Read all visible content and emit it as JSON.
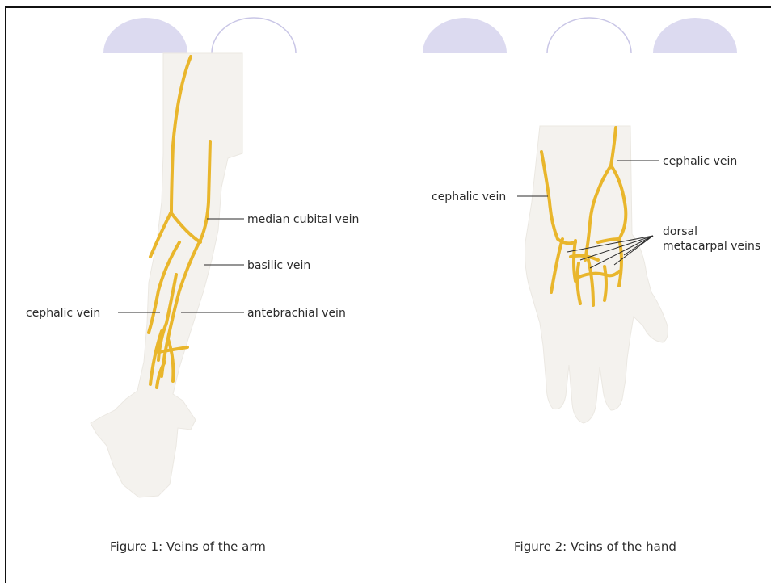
{
  "figure_arm": {
    "caption": "Figure 1: Veins of the arm",
    "labels": {
      "median_cubital": "median cubital vein",
      "basilic": "basilic vein",
      "cephalic": "cephalic vein",
      "antebrachial": "antebrachial vein"
    }
  },
  "figure_hand": {
    "caption": "Figure 2: Veins of the hand",
    "labels": {
      "cephalic_right": "cephalic vein",
      "cephalic_left": "cephalic vein",
      "dorsal_line1": "dorsal",
      "dorsal_line2": "metacarpal veins"
    }
  },
  "colors": {
    "vein": "#e9b62c",
    "skin": "#f4f2ee",
    "skin_edge": "#ebe8e2",
    "circle_fill": "#dcdaf0",
    "circle_outline": "#c9c6e6",
    "text": "#2b2b2b",
    "border": "#111111"
  }
}
